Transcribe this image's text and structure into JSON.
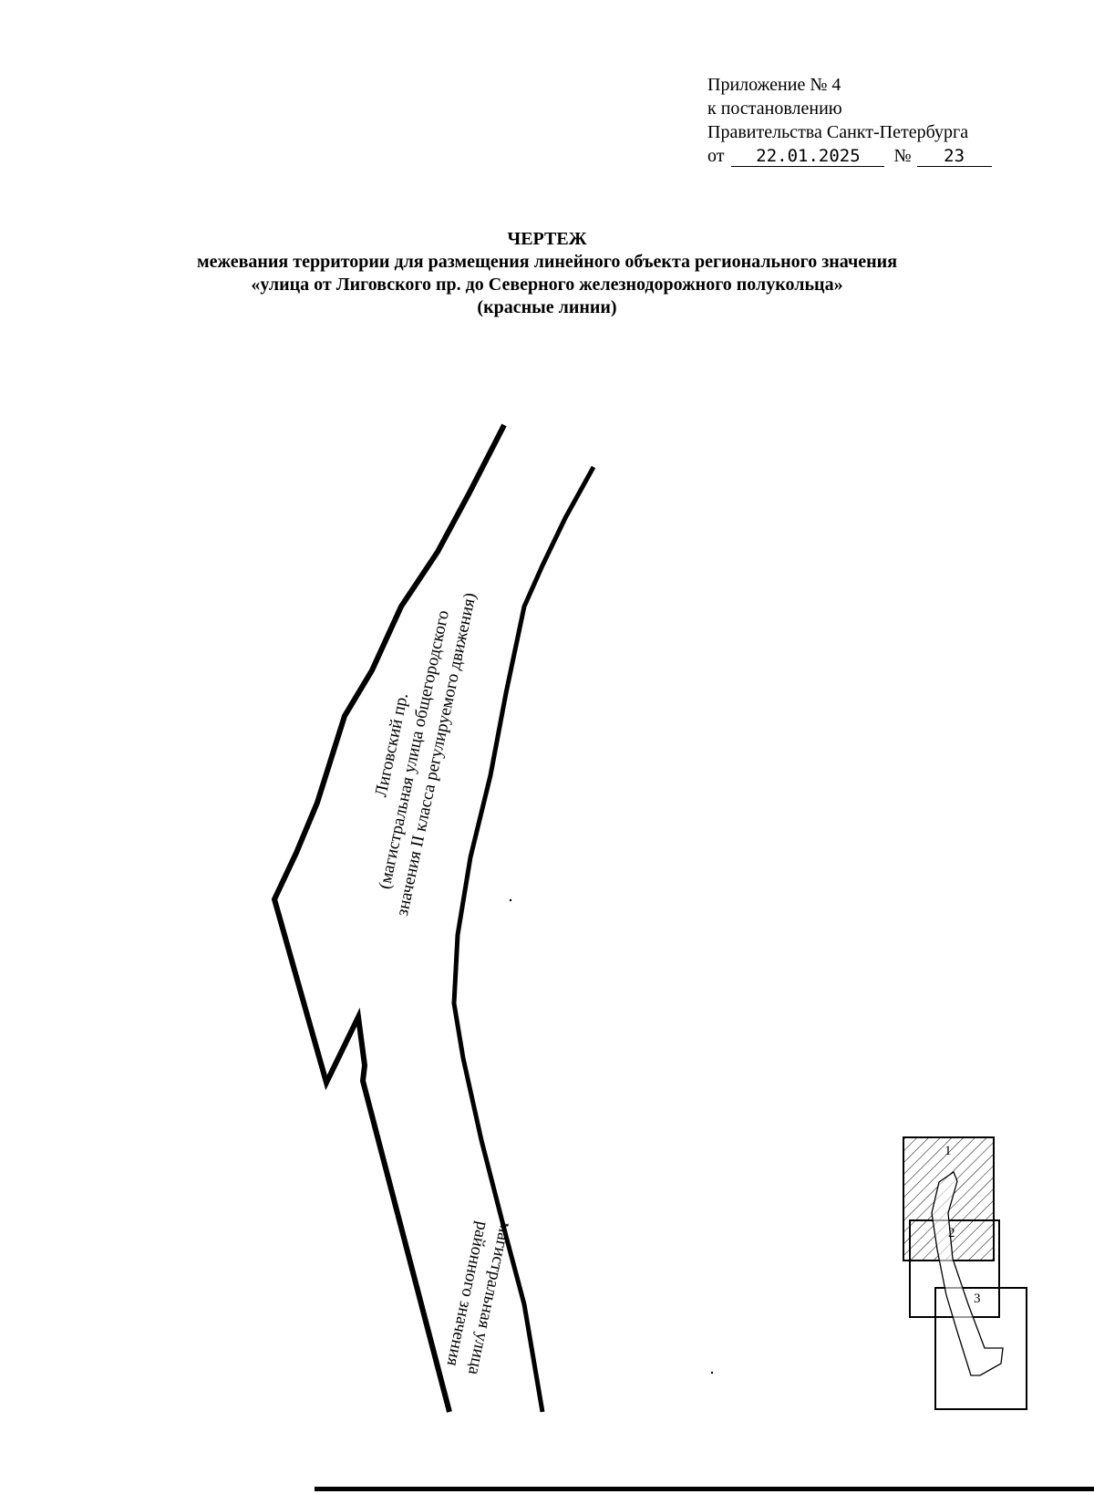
{
  "header": {
    "appendix": "Приложение № 4",
    "resolution": "к постановлению",
    "government": "Правительства Санкт-Петербурга",
    "from_label": "от",
    "date": "22.01.2025",
    "number_label": "№",
    "number": "23"
  },
  "title": {
    "line1": "ЧЕРТЕЖ",
    "line2": "межевания территории для размещения линейного объекта регионального значения",
    "line3": "«улица от Лиговского пр. до Северного железнодорожного полукольца»",
    "line4": "(красные линии)"
  },
  "drawing": {
    "street1_line1": "Лиговский пр.",
    "street1_line2": "(магистральная улица общегородского",
    "street1_line3": "значения II класса регулируемого движения)",
    "street2_line1": "магистральная улица",
    "street2_line2": "районного значения"
  },
  "scheme": {
    "sheet1": "1",
    "sheet2": "2",
    "sheet3": "3"
  }
}
